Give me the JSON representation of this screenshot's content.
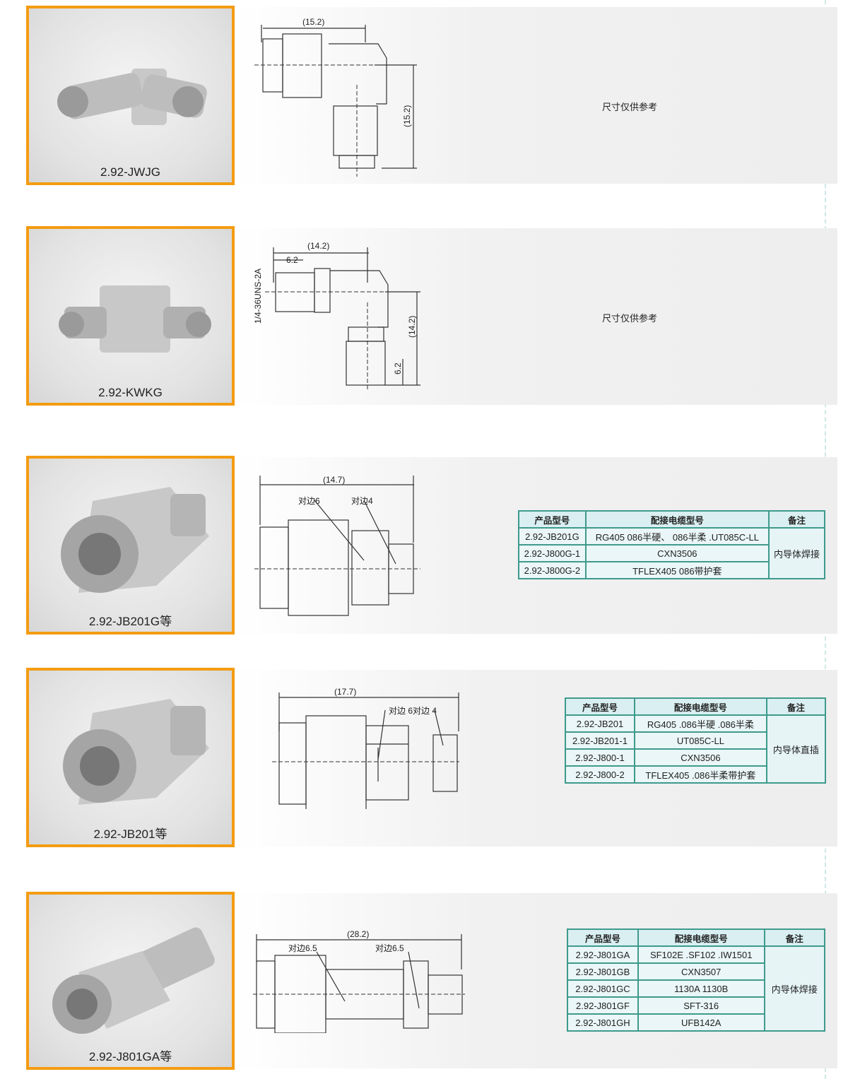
{
  "note": "尺寸仅供参考",
  "table_headers": [
    "产品型号",
    "配接电缆型号",
    "备注"
  ],
  "products": [
    {
      "name": "2.92-JWJG",
      "dims": [
        "(15.2)",
        "(15.2)"
      ]
    },
    {
      "name": "2.92-KWKG",
      "dims": [
        "(14.2)",
        "6.2",
        "1/4-36UNS-2A",
        "(14.2)",
        "6.2"
      ]
    },
    {
      "name": "2.92-JB201G等",
      "dims": [
        "(14.7)",
        "对边6",
        "对边4"
      ],
      "table": {
        "remark": "内导体焊接",
        "rows": [
          [
            "2.92-JB201G",
            "RG405  086半硬、 086半柔  .UT085C-LL"
          ],
          [
            "2.92-J800G-1",
            "CXN3506"
          ],
          [
            "2.92-J800G-2",
            "TFLEX405  086带护套"
          ]
        ]
      }
    },
    {
      "name": "2.92-JB201等",
      "dims": [
        "(17.7)",
        "对边 6对边 4"
      ],
      "table": {
        "remark": "内导体直插",
        "rows": [
          [
            "2.92-JB201",
            "RG405  .086半硬  .086半柔"
          ],
          [
            "2.92-JB201-1",
            "UT085C-LL"
          ],
          [
            "2.92-J800-1",
            "CXN3506"
          ],
          [
            "2.92-J800-2",
            "TFLEX405  .086半柔带护套"
          ]
        ]
      }
    },
    {
      "name": "2.92-J801GA等",
      "dims": [
        "(28.2)",
        "对边6.5",
        "对边6.5"
      ],
      "table": {
        "remark": "内导体焊接",
        "rows": [
          [
            "2.92-J801GA",
            "SF102E .SF102  .IW1501"
          ],
          [
            "2.92-J801GB",
            "CXN3507"
          ],
          [
            "2.92-J801GC",
            "1130A  1130B"
          ],
          [
            "2.92-J801GF",
            "SFT-316"
          ],
          [
            "2.92-J801GH",
            "UFB142A"
          ]
        ]
      }
    }
  ]
}
